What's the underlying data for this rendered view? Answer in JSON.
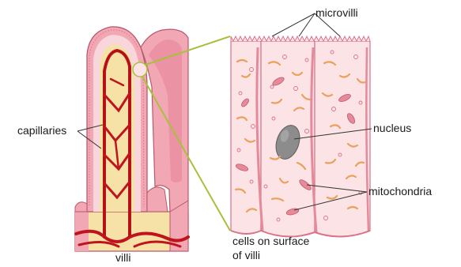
{
  "labels": {
    "microvilli": "microvilli",
    "capillaries": "capillaries",
    "nucleus": "nucleus",
    "mitochondria": "mitochondria",
    "cells_line1": "cells on surface",
    "cells_line2": "of villi",
    "villi": "villi"
  },
  "colors": {
    "tissue_pink": "#f2a7b4",
    "tissue_light": "#f9d5dc",
    "tissue_dark": "#d9738a",
    "capillary_red": "#c0141c",
    "capillary_dark": "#8a0a10",
    "core_yellow": "#f6e2a6",
    "cell_fill": "#fbe3e6",
    "mito_orange": "#e9a15c",
    "mito_pink": "#e58a9b",
    "nucleus_grey": "#8c8c8c",
    "zoom_line": "#a7c13d",
    "leader_line": "#333333"
  },
  "icons": [
    "villus-cross-section-icon",
    "surface-cells-icon",
    "zoom-circle-icon"
  ]
}
